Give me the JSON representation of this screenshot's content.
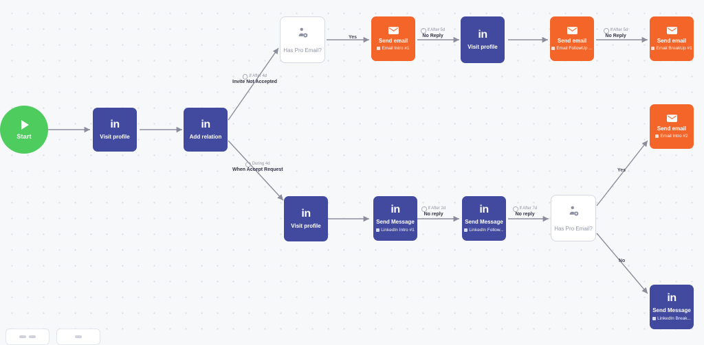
{
  "canvas": {
    "background_color": "#f7f8fa",
    "grid_dot_color": "#d9dce4"
  },
  "palette": {
    "linkedin_blue": "#414a9e",
    "email_orange": "#f4652a",
    "start_green": "#4ecc5e",
    "condition_border": "#d6d8e0",
    "edge_gray": "#8b8d9c"
  },
  "nodes": [
    {
      "id": "start",
      "type": "start",
      "title": "Start",
      "sub": "",
      "icon": "play-icon"
    },
    {
      "id": "visit1",
      "type": "linkedin",
      "title": "Visit profile",
      "sub": "",
      "icon": "linkedin-icon"
    },
    {
      "id": "addrel",
      "type": "linkedin",
      "title": "Add relation",
      "sub": "",
      "icon": "linkedin-icon"
    },
    {
      "id": "cond1",
      "type": "condition",
      "title": "Has Pro Email?",
      "sub": "",
      "icon": "person-gear-icon"
    },
    {
      "id": "email1",
      "type": "email",
      "title": "Send email",
      "sub": "Email Intro #1",
      "icon": "envelope-icon"
    },
    {
      "id": "visit2",
      "type": "linkedin",
      "title": "Visit profile",
      "sub": "",
      "icon": "linkedin-icon"
    },
    {
      "id": "email2",
      "type": "email",
      "title": "Send email",
      "sub": "Email FollowUp ...",
      "icon": "envelope-icon"
    },
    {
      "id": "email3",
      "type": "email",
      "title": "Send email",
      "sub": "Email BreakUp #1",
      "icon": "envelope-icon"
    },
    {
      "id": "visit3",
      "type": "linkedin",
      "title": "Visit profile",
      "sub": "",
      "icon": "linkedin-icon"
    },
    {
      "id": "msg1",
      "type": "linkedin",
      "title": "Send Message",
      "sub": "LinkedIn Intro #1",
      "icon": "linkedin-icon"
    },
    {
      "id": "msg2",
      "type": "linkedin",
      "title": "Send Message",
      "sub": "LinkedIn Follow...",
      "icon": "linkedin-icon"
    },
    {
      "id": "cond2",
      "type": "condition",
      "title": "Has Pro Email?",
      "sub": "",
      "icon": "person-gear-icon"
    },
    {
      "id": "email4",
      "type": "email",
      "title": "Send email",
      "sub": "Email Intro #2",
      "icon": "envelope-icon"
    },
    {
      "id": "msg3",
      "type": "linkedin",
      "title": "Send Message",
      "sub": "LinkedIn Break...",
      "icon": "linkedin-icon"
    }
  ],
  "edge_labels": {
    "invite_not_accepted": {
      "condition": "If After 4d",
      "text": "Invite Not Accepted"
    },
    "when_accept_request": {
      "condition": "During 4d",
      "text": "When Accept Request"
    },
    "cond1_yes": {
      "condition": "",
      "text": "Yes"
    },
    "email1_noreply": {
      "condition": "If After 5d",
      "text": "No Reply"
    },
    "email2_noreply": {
      "condition": "If After 5d",
      "text": "No Reply"
    },
    "msg1_noreply": {
      "condition": "If After 2d",
      "text": "No reply"
    },
    "msg2_noreply": {
      "condition": "If After 7d",
      "text": "No reply"
    },
    "cond2_yes": {
      "condition": "",
      "text": "Yes"
    },
    "cond2_no": {
      "condition": "",
      "text": "No"
    }
  }
}
